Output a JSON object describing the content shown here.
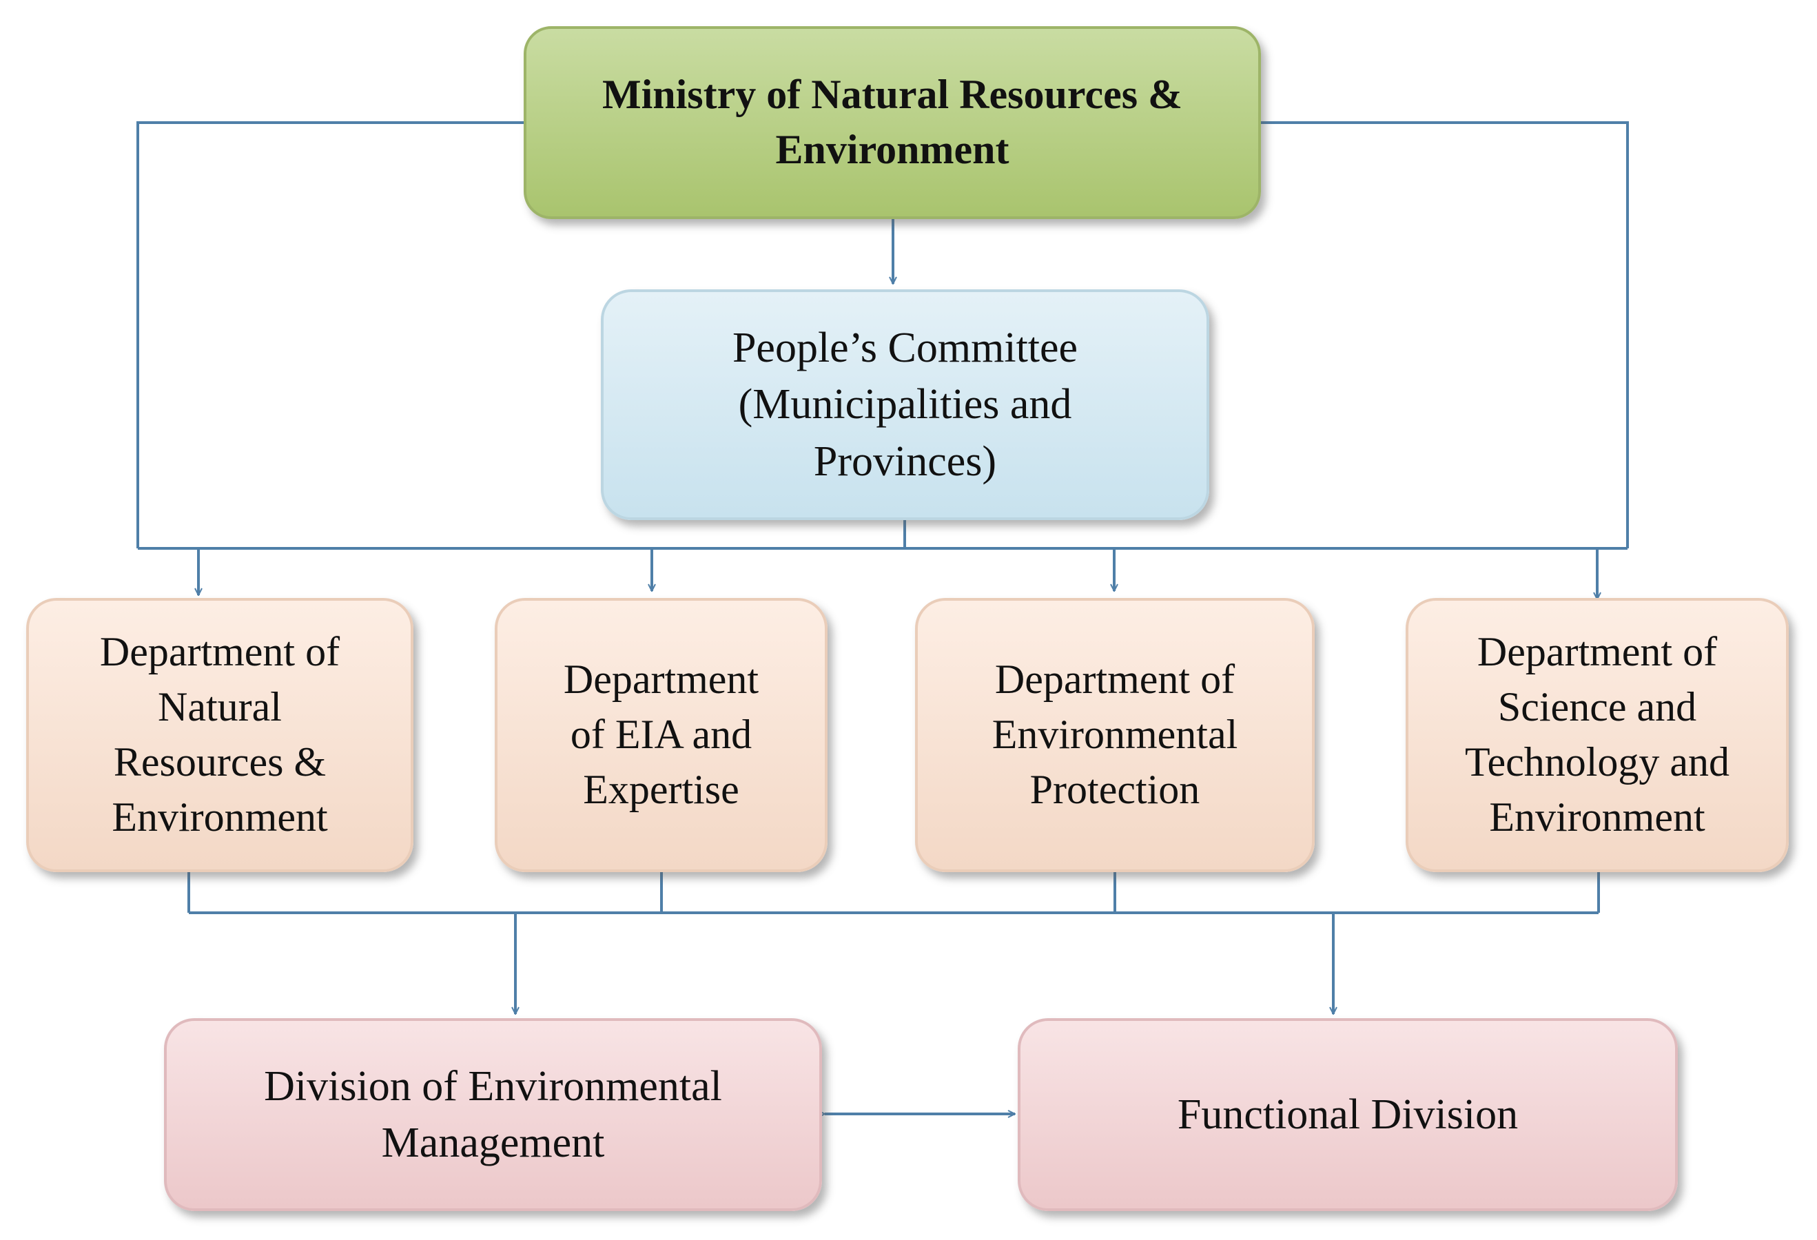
{
  "diagram": {
    "nodes": [
      {
        "id": "ministry",
        "label": "Ministry of Natural Resources &\nEnvironment"
      },
      {
        "id": "peoples_committee",
        "label": "People’s  Committee\n(Municipalities  and\nProvinces)"
      },
      {
        "id": "dept_nre",
        "label": "Department  of\nNatural\nResources  &\nEnvironment"
      },
      {
        "id": "dept_eia",
        "label": "Department\nof EIA and\nExpertise"
      },
      {
        "id": "dept_env_protection",
        "label": "Department  of\nEnvironmental\nProtection"
      },
      {
        "id": "dept_ste",
        "label": "Department  of\nScience and\nTechnology  and\nEnvironment"
      },
      {
        "id": "div_env_management",
        "label": "Division  of Environmental\nManagement"
      },
      {
        "id": "functional_division",
        "label": "Functional  Division"
      }
    ],
    "edges": [
      {
        "from": "ministry",
        "to": "peoples_committee",
        "type": "arrow"
      },
      {
        "from": "ministry",
        "to": "dept_nre",
        "type": "arrow"
      },
      {
        "from": "ministry",
        "to": "dept_ste",
        "type": "arrow"
      },
      {
        "from": "peoples_committee",
        "to": "dept_nre",
        "type": "arrow"
      },
      {
        "from": "peoples_committee",
        "to": "dept_eia",
        "type": "arrow"
      },
      {
        "from": "peoples_committee",
        "to": "dept_env_protection",
        "type": "arrow"
      },
      {
        "from": "peoples_committee",
        "to": "dept_ste",
        "type": "arrow"
      },
      {
        "from": "departments",
        "to": "div_env_management",
        "type": "arrow"
      },
      {
        "from": "departments",
        "to": "functional_division",
        "type": "arrow"
      },
      {
        "from": "div_env_management",
        "to": "functional_division",
        "type": "double-arrow"
      }
    ],
    "colors": {
      "line": "#4f7fa8",
      "ministry_fill": "#b5cd82",
      "committee_fill": "#d3e8f1",
      "department_fill": "#f7e0d1",
      "division_fill": "#f0d2d4"
    }
  }
}
